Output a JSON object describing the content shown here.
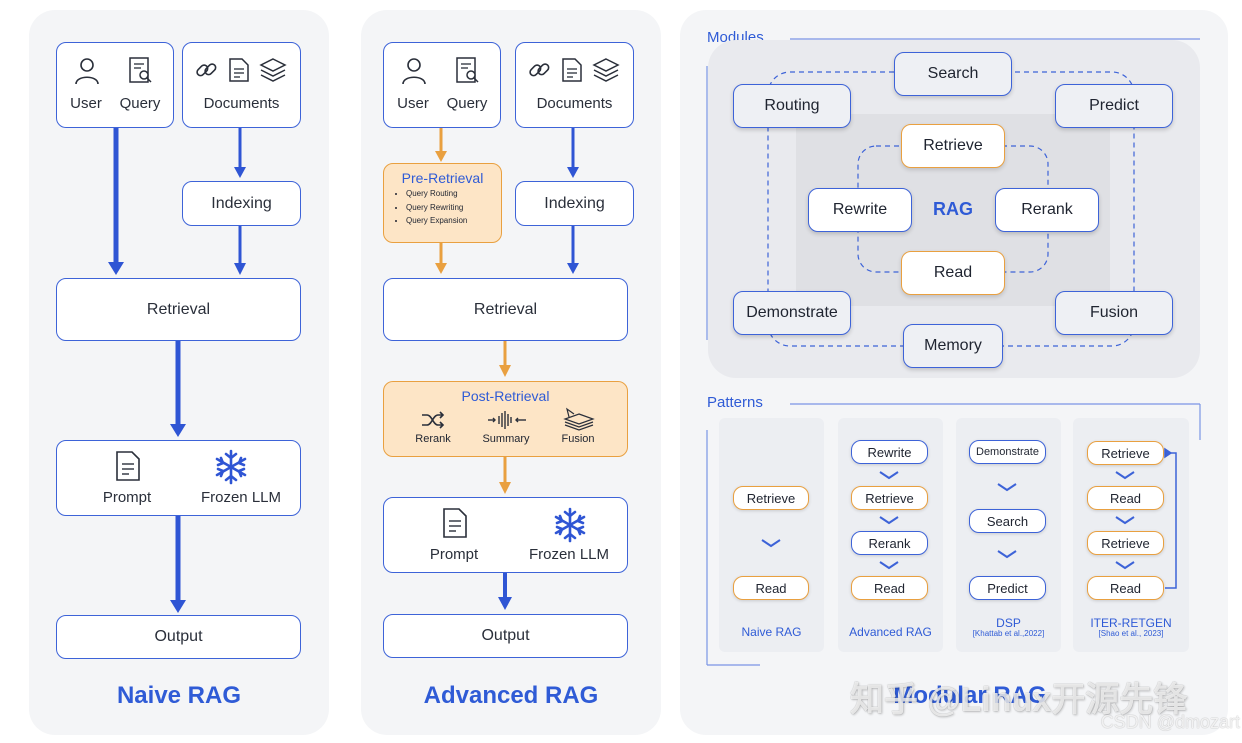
{
  "naive": {
    "user": "User",
    "query": "Query",
    "documents": "Documents",
    "indexing": "Indexing",
    "retrieval": "Retrieval",
    "prompt": "Prompt",
    "frozen_llm": "Frozen LLM",
    "output": "Output",
    "title": "Naive RAG"
  },
  "advanced": {
    "user": "User",
    "query": "Query",
    "documents": "Documents",
    "pre_retrieval": {
      "title": "Pre-Retrieval",
      "items": [
        "Query Routing",
        "Query Rewriting",
        "Query Expansion"
      ]
    },
    "indexing": "Indexing",
    "retrieval": "Retrieval",
    "post_retrieval": {
      "title": "Post-Retrieval",
      "items": [
        "Rerank",
        "Summary",
        "Fusion"
      ]
    },
    "prompt": "Prompt",
    "frozen_llm": "Frozen LLM",
    "output": "Output",
    "title": "Advanced RAG"
  },
  "modular": {
    "modules_label": "Modules",
    "outer": [
      "Search",
      "Routing",
      "Predict",
      "Demonstrate",
      "Fusion",
      "Memory"
    ],
    "inner": [
      "Retrieve",
      "Rewrite",
      "Rerank",
      "Read"
    ],
    "center": "RAG",
    "patterns_label": "Patterns",
    "patterns": [
      {
        "name": "Naive RAG",
        "cite": "",
        "steps": [
          "Retrieve",
          "Read"
        ]
      },
      {
        "name": "Advanced RAG",
        "cite": "",
        "steps": [
          "Rewrite",
          "Retrieve",
          "Rerank",
          "Read"
        ]
      },
      {
        "name": "DSP",
        "cite": "[Khattab et al.,2022]",
        "steps": [
          "Demonstrate",
          "Search",
          "Predict"
        ]
      },
      {
        "name": "ITER-RETGEN",
        "cite": "[Shao et al., 2023]",
        "steps": [
          "Retrieve",
          "Read",
          "Retrieve",
          "Read"
        ]
      }
    ],
    "title": "Modular RAG"
  },
  "watermark": {
    "site": "知乎 @Linux开源先锋",
    "csdn": "CSDN @dmozart"
  },
  "colors": {
    "blue": "#3d63d8",
    "title_blue": "#2f5bd6",
    "orange": "#e9a040",
    "orange_fill": "#fde5c6",
    "panel": "#f4f5f7"
  }
}
